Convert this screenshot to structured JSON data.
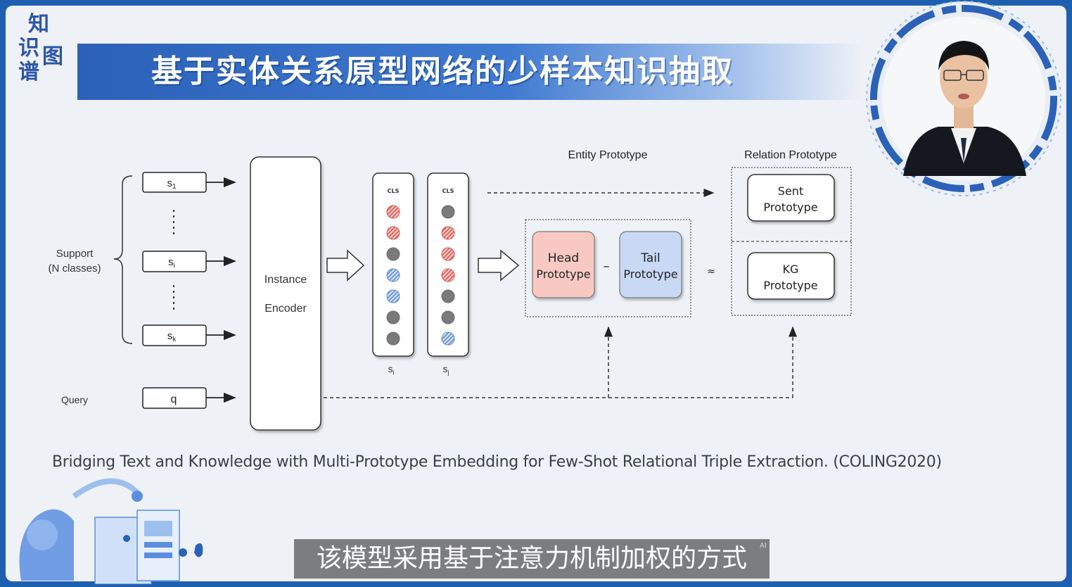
{
  "logo": {
    "chars": [
      "知",
      "识",
      "图",
      "谱"
    ]
  },
  "title": "基于实体关系原型网络的少样本知识抽取",
  "diagram": {
    "support_label_1": "Support",
    "support_label_2": "(N classes)",
    "query_label": "Query",
    "support_items": [
      "s",
      "s",
      "s"
    ],
    "support_subs": [
      "1",
      "i",
      "k"
    ],
    "query_item": "q",
    "encoder_line1": "Instance",
    "encoder_line2": "Encoder",
    "cls_label": "CLS",
    "vector_labels": [
      "s",
      "s"
    ],
    "vector_subs": [
      "i",
      "j"
    ],
    "entity_prototype_title": "Entity Prototype",
    "relation_prototype_title": "Relation Prototype",
    "head_prototype": [
      "Head",
      "Prototype"
    ],
    "tail_prototype": [
      "Tail",
      "Prototype"
    ],
    "minus_sign": "–",
    "approx_sign": "≈",
    "sent_prototype": [
      "Sent",
      "Prototype"
    ],
    "kg_prototype": [
      "KG",
      "Prototype"
    ],
    "vector1_cells": [
      "striped-red",
      "striped-red",
      "gray",
      "striped-blue",
      "striped-blue",
      "gray",
      "gray"
    ],
    "vector2_cells": [
      "gray",
      "striped-red",
      "striped-red",
      "striped-red",
      "gray",
      "gray",
      "striped-blue"
    ]
  },
  "caption": "Bridging Text and Knowledge with Multi-Prototype Embedding for Few-Shot Relational Triple Extraction. (COLING2020)",
  "subtitle": "该模型采用基于注意力机制加权的方式",
  "ai_mark": "AI",
  "colors": {
    "frame_blue": "#1f5fb0",
    "title_bar": "#2b61b8",
    "head_fill": "#f8c9c3",
    "tail_fill": "#c9d9f4",
    "red_stripe": "#e0645e",
    "blue_stripe": "#6b95d8"
  }
}
